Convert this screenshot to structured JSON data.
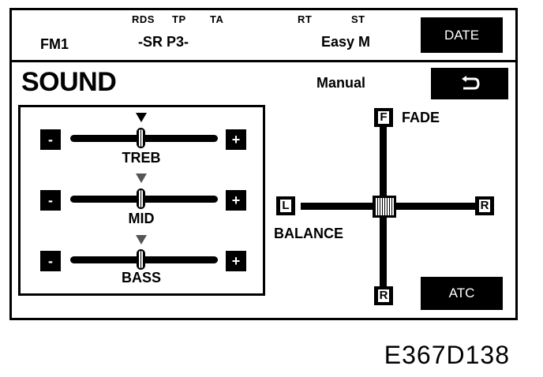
{
  "header": {
    "band": "FM1",
    "rds_label": "RDS",
    "tp_label": "TP",
    "ta_label": "TA",
    "station": "-SR P3-",
    "rt_label": "RT",
    "st_label": "ST",
    "program": "Easy M",
    "date_button": "DATE"
  },
  "sound": {
    "title": "SOUND",
    "mode": "Manual",
    "back_icon": "return-arrow-icon",
    "sliders": [
      {
        "label": "TREB",
        "minus": "-",
        "plus": "+",
        "level": 0.5
      },
      {
        "label": "MID",
        "minus": "-",
        "plus": "+",
        "level": 0.5
      },
      {
        "label": "BASS",
        "minus": "-",
        "plus": "+",
        "level": 0.5
      }
    ],
    "fader": {
      "front_key": "F",
      "front_label": "FADE",
      "left_key": "L",
      "right_key": "R",
      "rear_key": "R",
      "balance_label": "BALANCE"
    },
    "atc_button": "ATC"
  },
  "figure_code": "E367D138"
}
